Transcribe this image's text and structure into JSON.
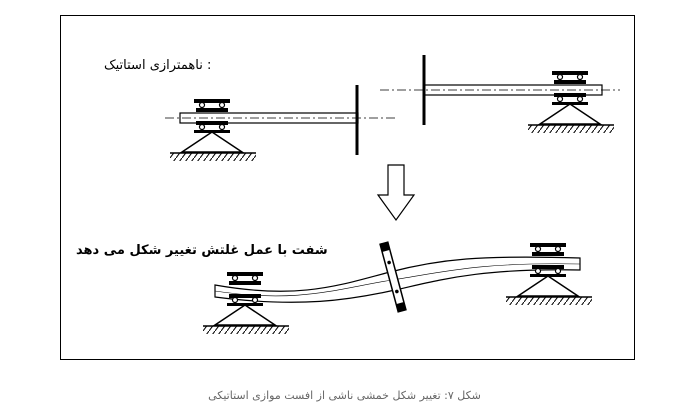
{
  "labels": {
    "static_unbalance": ": ناهمترازی استاتیک",
    "shaft_deformation": "شفت با عمل غلتش تغییر شکل می دهد"
  },
  "caption": "شکل ۷: تغییر شکل خمشی ناشی از افست موازی استاتیکی",
  "colors": {
    "line": "#000000",
    "caption": "#666666"
  }
}
